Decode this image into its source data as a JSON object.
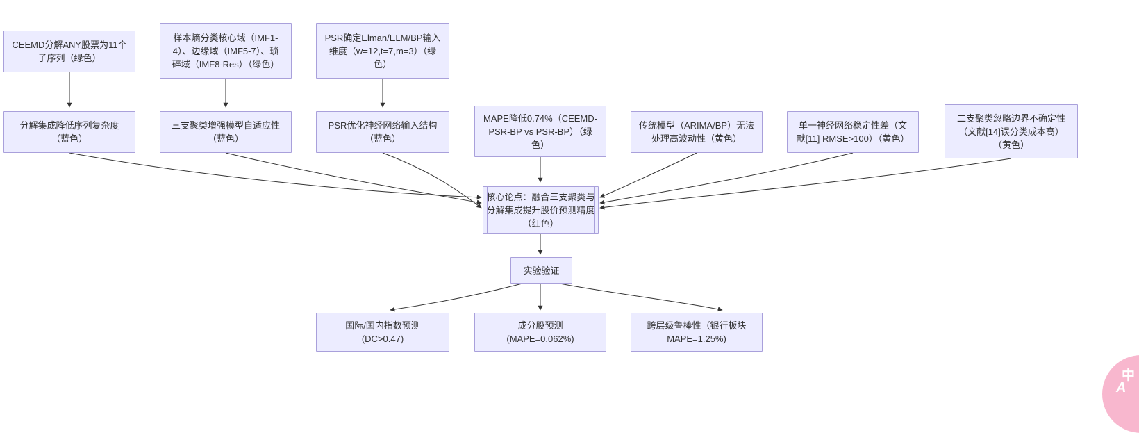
{
  "diagram": {
    "nodes": {
      "ceemd": {
        "lines": [
          "CEEMD分解ANY股票为11个",
          "子序列（绿色）"
        ]
      },
      "sample_entropy": {
        "lines": [
          "样本熵分类核心域（IMF1-",
          "4）、边缘域（IMF5-7）、琐",
          "碎域（IMF8-Res）（绿色）"
        ]
      },
      "psr_input": {
        "lines": [
          "PSR确定Elman/ELM/BP输入",
          "维度（w=12,t=7,m=3）（绿",
          "色）"
        ]
      },
      "decompose_benefit": {
        "lines": [
          "分解集成降低序列复杂度",
          "（蓝色）"
        ]
      },
      "three_way_benefit": {
        "lines": [
          "三支聚类增强模型自适应性",
          "（蓝色）"
        ]
      },
      "psr_benefit": {
        "lines": [
          "PSR优化神经网络输入结构",
          "（蓝色）"
        ]
      },
      "mape_improve": {
        "lines": [
          "MAPE降低0.74%（CEEMD-",
          "PSR-BP vs PSR-BP）（绿",
          "色）"
        ]
      },
      "traditional_limit": {
        "lines": [
          "传统模型（ARIMA/BP）无法",
          "处理高波动性（黄色）"
        ]
      },
      "single_nn_limit": {
        "lines": [
          "单一神经网络稳定性差（文",
          "献[11] RMSE>100）（黄色）"
        ]
      },
      "two_way_limit": {
        "lines": [
          "二支聚类忽略边界不确定性",
          "（文献[14]误分类成本高）",
          "（黄色）"
        ]
      },
      "core_thesis": {
        "lines": [
          "核心论点：融合三支聚类与",
          "分解集成提升股价预测精度",
          "（红色）"
        ]
      },
      "experiment": {
        "lines": [
          "实验验证"
        ]
      },
      "index_pred": {
        "lines": [
          "国际/国内指数预测",
          "(DC>0.47)"
        ]
      },
      "constituent_pred": {
        "lines": [
          "成分股预测",
          "(MAPE=0.062%)"
        ]
      },
      "robustness": {
        "lines": [
          "跨层级鲁棒性（银行板块",
          "MAPE=1.25%)"
        ]
      }
    }
  },
  "badge": {
    "char_top": "中",
    "char_bottom": "A"
  },
  "colors": {
    "node_fill": "#ECECFF",
    "node_border": "#A9A0DB",
    "edge": "#333333",
    "text": "#333333",
    "badge_pink": "#F8B7CE"
  }
}
